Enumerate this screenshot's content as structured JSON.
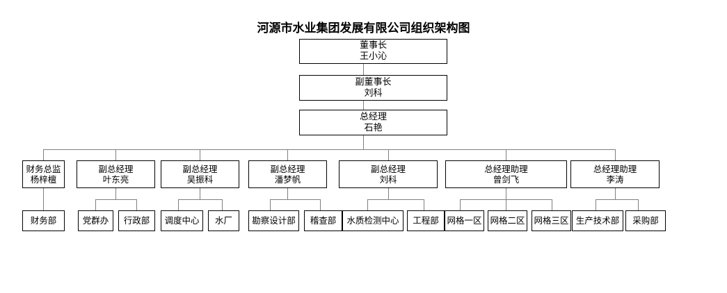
{
  "title": "河源市水业集团发展有限公司组织架构图",
  "colors": {
    "box_border": "#000000",
    "connector": "#7f7f7f",
    "background": "#ffffff",
    "text": "#000000"
  },
  "chart_data": {
    "type": "diagram",
    "diagram_type": "organization-chart",
    "title": "河源市水业集团发展有限公司组织架构图",
    "levels": 4,
    "nodes": [
      {
        "id": "n1",
        "level": 1,
        "title": "董事长",
        "name": "王小沁",
        "parent": null
      },
      {
        "id": "n2",
        "level": 2,
        "title": "副董事长",
        "name": "刘科",
        "parent": "n1"
      },
      {
        "id": "n3",
        "level": 3,
        "title": "总经理",
        "name": "石艳",
        "parent": "n2"
      },
      {
        "id": "m1",
        "level": 4,
        "title": "财务总监",
        "name": "杨梓檀",
        "parent": "n3"
      },
      {
        "id": "m2",
        "level": 4,
        "title": "副总经理",
        "name": "叶东亮",
        "parent": "n3"
      },
      {
        "id": "m3",
        "level": 4,
        "title": "副总经理",
        "name": "吴振科",
        "parent": "n3"
      },
      {
        "id": "m4",
        "level": 4,
        "title": "副总经理",
        "name": "潘梦帆",
        "parent": "n3"
      },
      {
        "id": "m5",
        "level": 4,
        "title": "副总经理",
        "name": "刘科",
        "parent": "n3"
      },
      {
        "id": "m6",
        "level": 4,
        "title": "总经理助理",
        "name": "曾剑飞",
        "parent": "n3"
      },
      {
        "id": "m7",
        "level": 4,
        "title": "总经理助理",
        "name": "李涛",
        "parent": "n3"
      },
      {
        "id": "d1",
        "level": 5,
        "title": "财务部",
        "name": "",
        "parent": "m1"
      },
      {
        "id": "d2",
        "level": 5,
        "title": "党群办",
        "name": "",
        "parent": "m2"
      },
      {
        "id": "d3",
        "level": 5,
        "title": "行政部",
        "name": "",
        "parent": "m2"
      },
      {
        "id": "d4",
        "level": 5,
        "title": "调度中心",
        "name": "",
        "parent": "m3"
      },
      {
        "id": "d5",
        "level": 5,
        "title": "水厂",
        "name": "",
        "parent": "m3"
      },
      {
        "id": "d6",
        "level": 5,
        "title": "勘察设计部",
        "name": "",
        "parent": "m4"
      },
      {
        "id": "d7",
        "level": 5,
        "title": "稽查部",
        "name": "",
        "parent": "m4"
      },
      {
        "id": "d8",
        "level": 5,
        "title": "水质检测中心",
        "name": "",
        "parent": "m5"
      },
      {
        "id": "d9",
        "level": 5,
        "title": "工程部",
        "name": "",
        "parent": "m5"
      },
      {
        "id": "d10",
        "level": 5,
        "title": "网格一区",
        "name": "",
        "parent": "m6"
      },
      {
        "id": "d11",
        "level": 5,
        "title": "网格二区",
        "name": "",
        "parent": "m6"
      },
      {
        "id": "d12",
        "level": 5,
        "title": "网格三区",
        "name": "",
        "parent": "m6"
      },
      {
        "id": "d13",
        "level": 5,
        "title": "生产技术部",
        "name": "",
        "parent": "m7"
      },
      {
        "id": "d14",
        "level": 5,
        "title": "采购部",
        "name": "",
        "parent": "m7"
      }
    ]
  },
  "executives": {
    "chairman": {
      "title": "董事长",
      "name": "王小沁"
    },
    "vice_chairman": {
      "title": "副董事长",
      "name": "刘科"
    },
    "general_manager": {
      "title": "总经理",
      "name": "石艳"
    }
  },
  "managers": [
    {
      "title": "财务总监",
      "name": "杨梓檀"
    },
    {
      "title": "副总经理",
      "name": "叶东亮"
    },
    {
      "title": "副总经理",
      "name": "吴振科"
    },
    {
      "title": "副总经理",
      "name": "潘梦帆"
    },
    {
      "title": "副总经理",
      "name": "刘科"
    },
    {
      "title": "总经理助理",
      "name": "曾剑飞"
    },
    {
      "title": "总经理助理",
      "name": "李涛"
    }
  ],
  "departments": [
    {
      "label": "财务部"
    },
    {
      "label": "党群办"
    },
    {
      "label": "行政部"
    },
    {
      "label": "调度中心"
    },
    {
      "label": "水厂"
    },
    {
      "label": "勘察设计部"
    },
    {
      "label": "稽查部"
    },
    {
      "label": "水质检测中心"
    },
    {
      "label": "工程部"
    },
    {
      "label": "网格一区"
    },
    {
      "label": "网格二区"
    },
    {
      "label": "网格三区"
    },
    {
      "label": "生产技术部"
    },
    {
      "label": "采购部"
    }
  ]
}
